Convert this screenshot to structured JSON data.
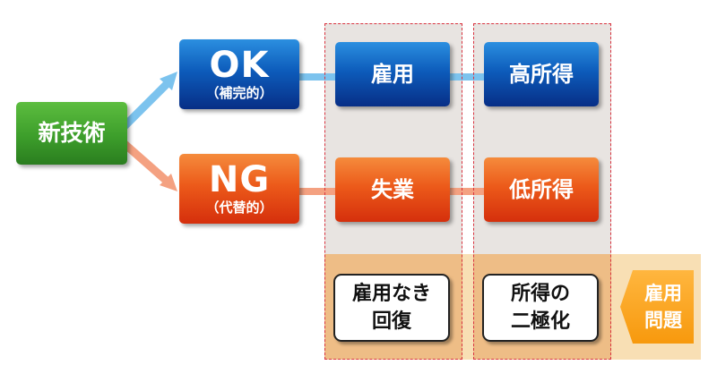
{
  "root": {
    "label": "新技術"
  },
  "top_branch": {
    "label": "OK",
    "sub": "（補完的）"
  },
  "bottom_branch": {
    "label": "NG",
    "sub": "（代替的）"
  },
  "top_row": {
    "col1": "雇用",
    "col2": "高所得"
  },
  "bottom_row": {
    "col1": "失業",
    "col2": "低所得"
  },
  "outcomes": {
    "col1": {
      "line1": "雇用なき",
      "line2": "回復"
    },
    "col2": {
      "line1": "所得の",
      "line2": "二極化"
    }
  },
  "problem_tag": {
    "line1": "雇用",
    "line2": "問題"
  },
  "colors": {
    "blue": "#0d5cbb",
    "orange": "#ec5a1a",
    "green": "#3d9e2b",
    "amber": "#f7990d",
    "dashed": "#d9323f",
    "arrow_blue": "#7cc3ee",
    "arrow_orange": "#f4a181"
  }
}
